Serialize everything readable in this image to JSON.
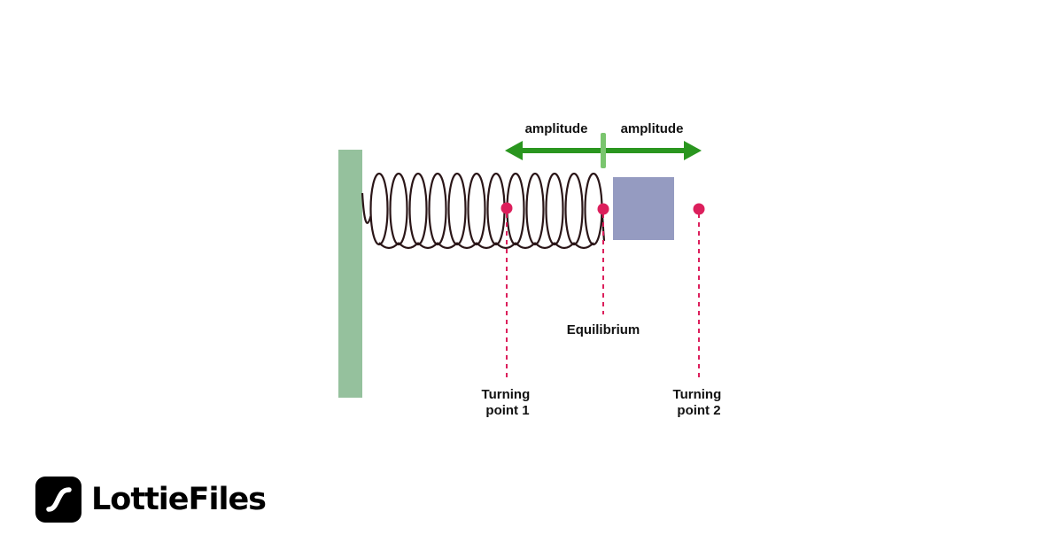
{
  "diagram": {
    "labels": {
      "amplitude_left": "amplitude",
      "amplitude_right": "amplitude",
      "equilibrium": "Equilibrium",
      "turning_point_1": [
        "Turning",
        "point 1"
      ],
      "turning_point_2": [
        "Turning",
        "point 2"
      ]
    },
    "spring_coils": 12,
    "colors": {
      "wall": "#95c19d",
      "spring": "#2b1618",
      "mass": "#959bc1",
      "arrow": "#2a961f",
      "center_tick": "#7ac56e",
      "marker": "#dc1f5c"
    }
  },
  "brand": {
    "name": "LottieFiles",
    "logo_icon": "lottie-logo-icon"
  }
}
